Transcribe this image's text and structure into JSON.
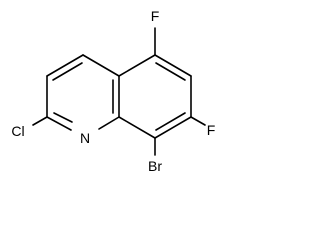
{
  "molecule": {
    "atom_labels": {
      "f_top": "F",
      "f_right": "F",
      "br": "Br",
      "n": "N",
      "cl": "Cl"
    }
  }
}
